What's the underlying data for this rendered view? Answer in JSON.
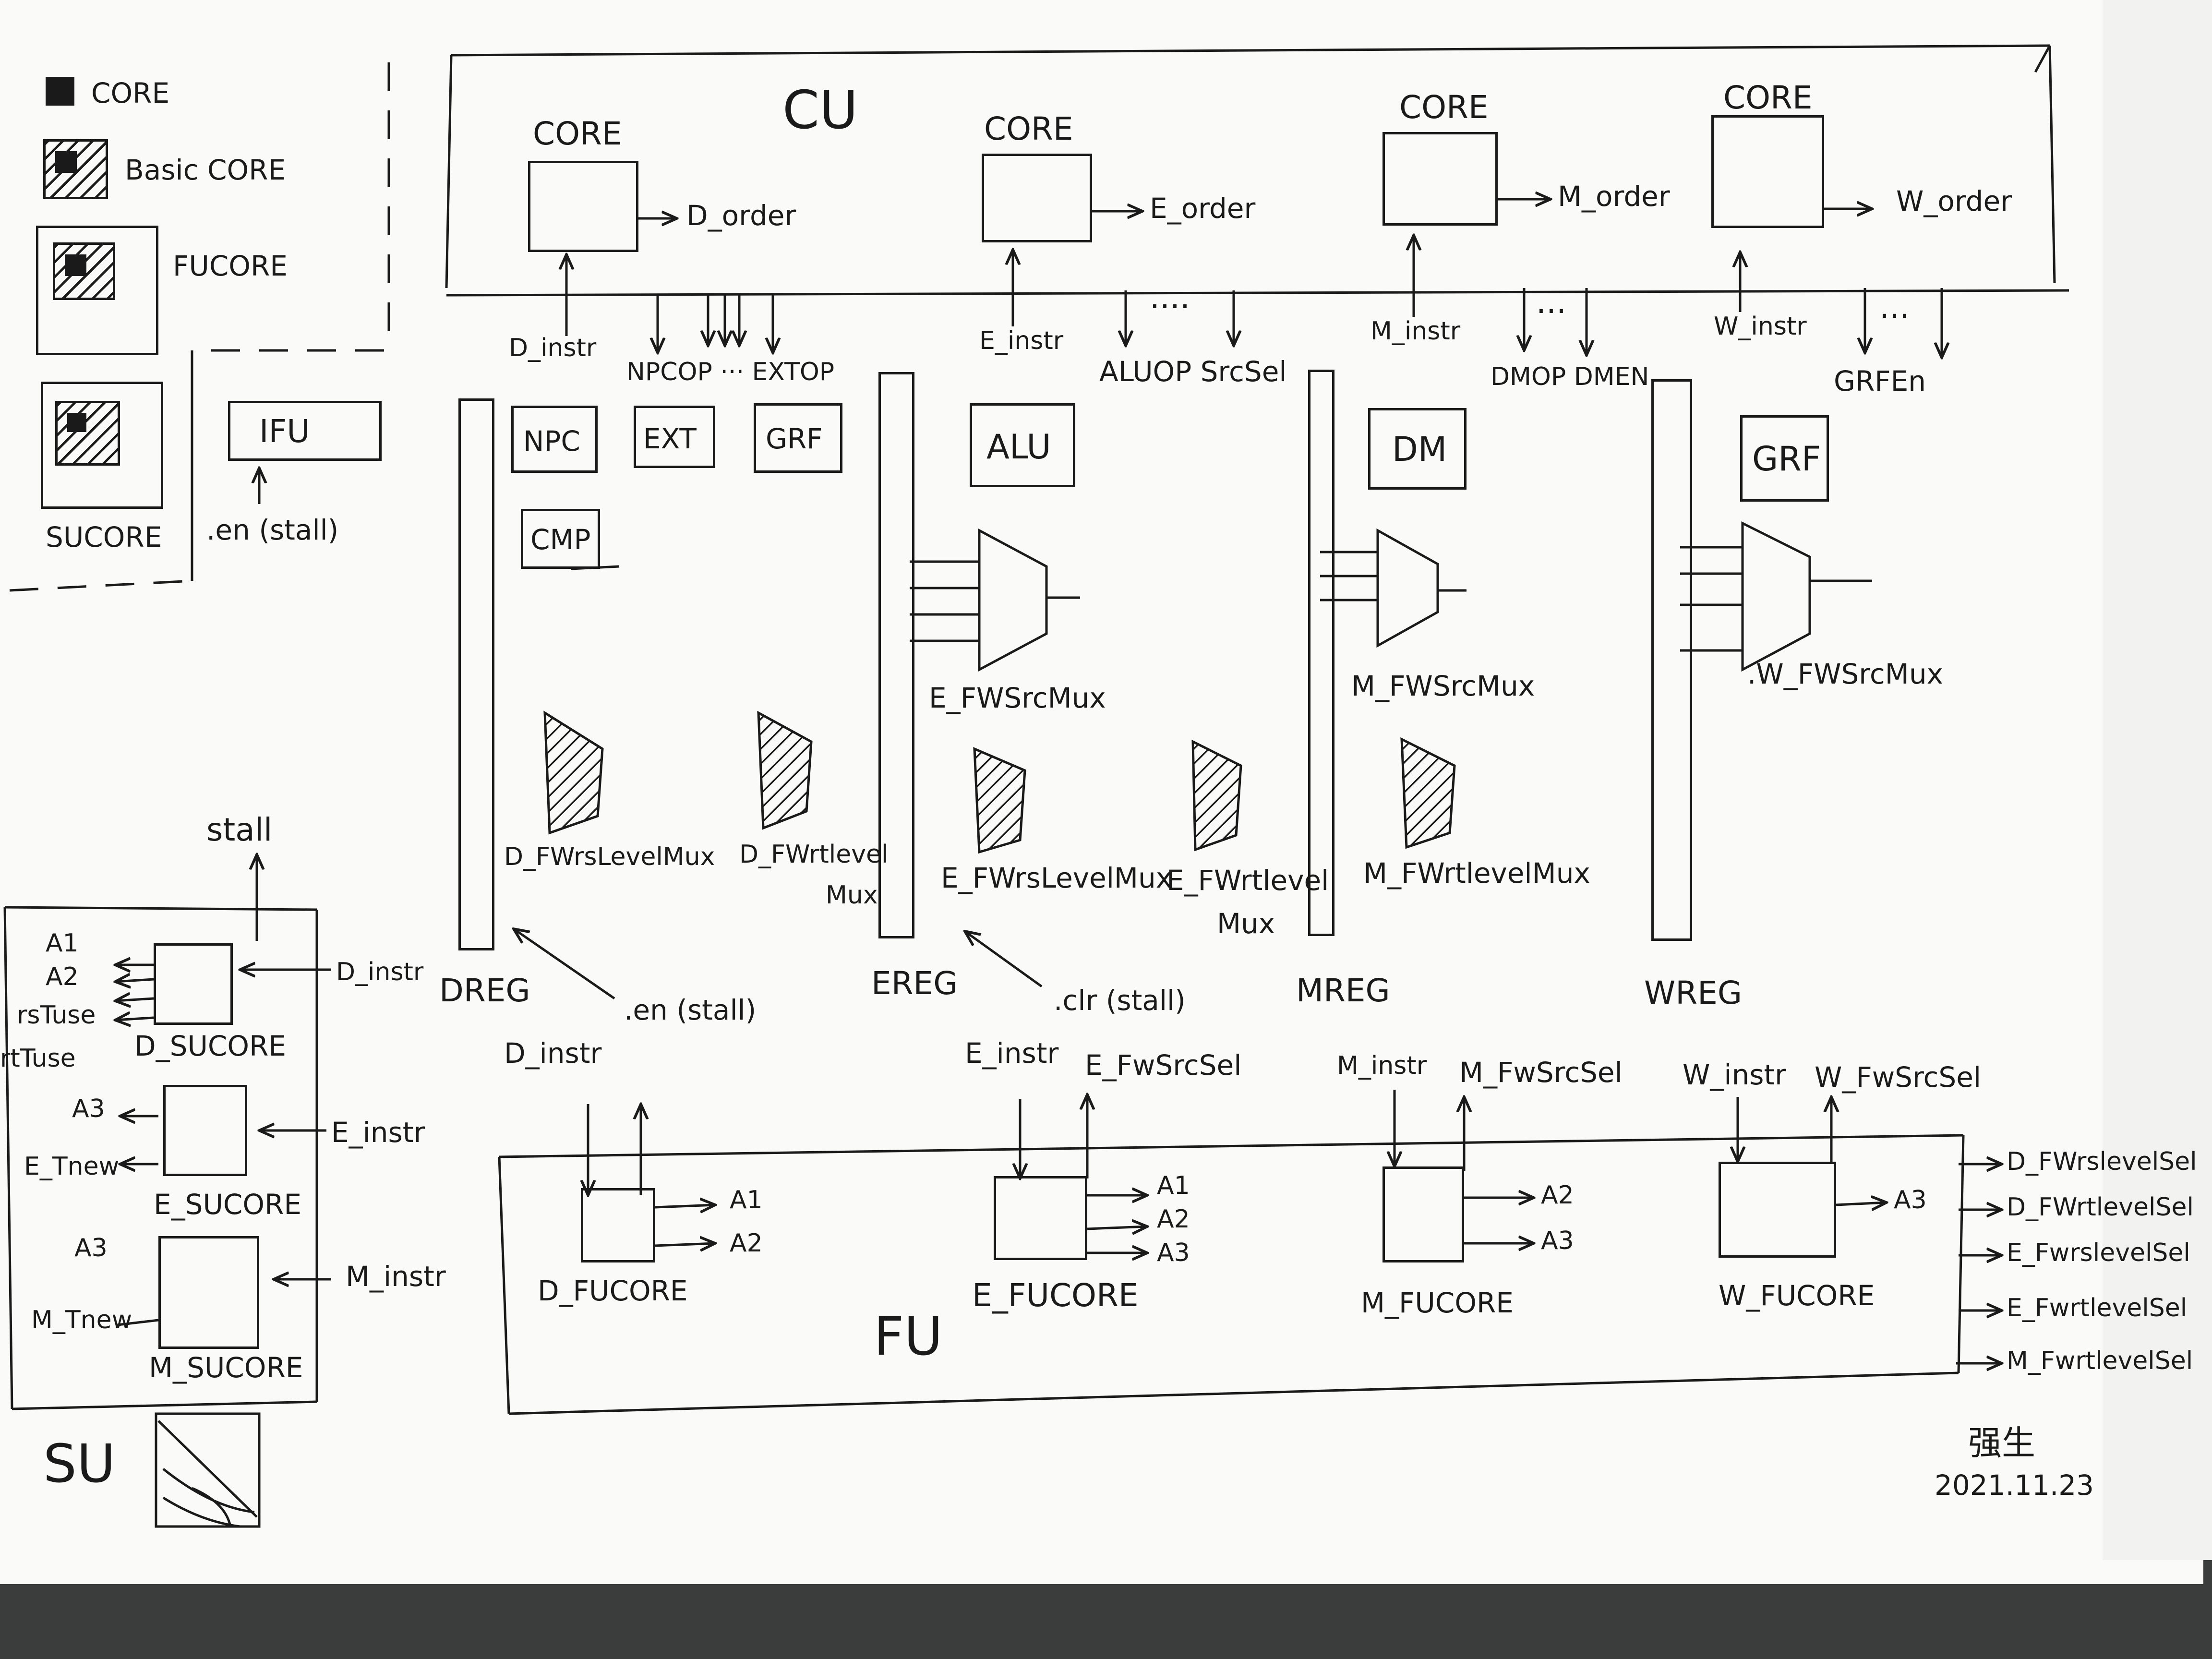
{
  "legend": {
    "core": "CORE",
    "basic_core": "Basic CORE",
    "fucore": "FUCORE",
    "sucore": "SUCORE"
  },
  "ifu": {
    "label": "IFU",
    "en": ".en (stall)"
  },
  "cu": {
    "title": "CU",
    "cores": [
      {
        "label": "CORE",
        "out": "D_order",
        "in": "D_instr"
      },
      {
        "label": "CORE",
        "out": "E_order",
        "in": "E_instr"
      },
      {
        "label": "CORE",
        "out": "M_order",
        "in": "M_instr"
      },
      {
        "label": "CORE",
        "out": "W_order",
        "in": "W_instr"
      }
    ],
    "signals": {
      "d": "NPCOP ··· EXTOP",
      "e": "ALUOP SrcSel",
      "e_dots": "····",
      "m": "DMOP DMEN",
      "m_dots": "···",
      "w": "GRFEn",
      "w_dots": "···"
    }
  },
  "modules": {
    "npc": "NPC",
    "ext": "EXT",
    "grf_d": "GRF",
    "cmp": "CMP",
    "alu": "ALU",
    "dm": "DM",
    "grf_w": "GRF"
  },
  "muxes": {
    "e_fwsrc": "E_FWSrcMux",
    "m_fwsrc": "M_FWSrcMux",
    "w_fwsrc": ".W_FWSrcMux",
    "d_rslevel": "D_FWrsLevelMux",
    "d_rtlevel_a": "D_FWrtlevel",
    "d_rtlevel_b": "Mux",
    "e_rslevel": "E_FWrsLevelMux",
    "e_rtlevel_a": "E_FWrtlevel",
    "e_rtlevel_b": "Mux",
    "m_rtlevel": "M_FWrtlevelMux"
  },
  "regs": {
    "dreg": "DREG",
    "ereg": "EREG",
    "mreg": "MREG",
    "wreg": "WREG",
    "dreg_en": ".en (stall)",
    "ereg_clr": ".clr (stall)"
  },
  "su": {
    "title": "SU",
    "stall": "stall",
    "d_label": "D_SUCORE",
    "d_in": "D_instr",
    "d_outs": [
      "A1",
      "A2",
      "rsTuse",
      "rtTuse"
    ],
    "e_label": "E_SUCORE",
    "e_in": "E_instr",
    "e_outs": [
      "A3",
      "E_Tnew"
    ],
    "m_label": "M_SUCORE",
    "m_in": "M_instr",
    "m_outs": [
      "A3",
      "M_Tnew"
    ]
  },
  "fu": {
    "title": "FU",
    "cores": [
      {
        "label": "D_FUCORE",
        "in": "D_instr",
        "outs": [
          "A1",
          "A2"
        ]
      },
      {
        "label": "E_FUCORE",
        "in": "E_instr",
        "sel": "E_FwSrcSel",
        "outs": [
          "A1",
          "A2",
          "A3"
        ]
      },
      {
        "label": "M_FUCORE",
        "in": "M_instr",
        "sel": "M_FwSrcSel",
        "outs": [
          "A2",
          "A3"
        ]
      },
      {
        "label": "W_FUCORE",
        "in": "W_instr",
        "sel": "W_FwSrcSel",
        "outs": [
          "A3"
        ]
      }
    ],
    "outputs": [
      "D_FWrslevelSel",
      "D_FWrtlevelSel",
      "E_FwrslevelSel",
      "E_FwrtlevelSel",
      "M_FwrtlevelSel"
    ]
  },
  "signature": {
    "name": "强生",
    "date": "2021.11.23"
  }
}
